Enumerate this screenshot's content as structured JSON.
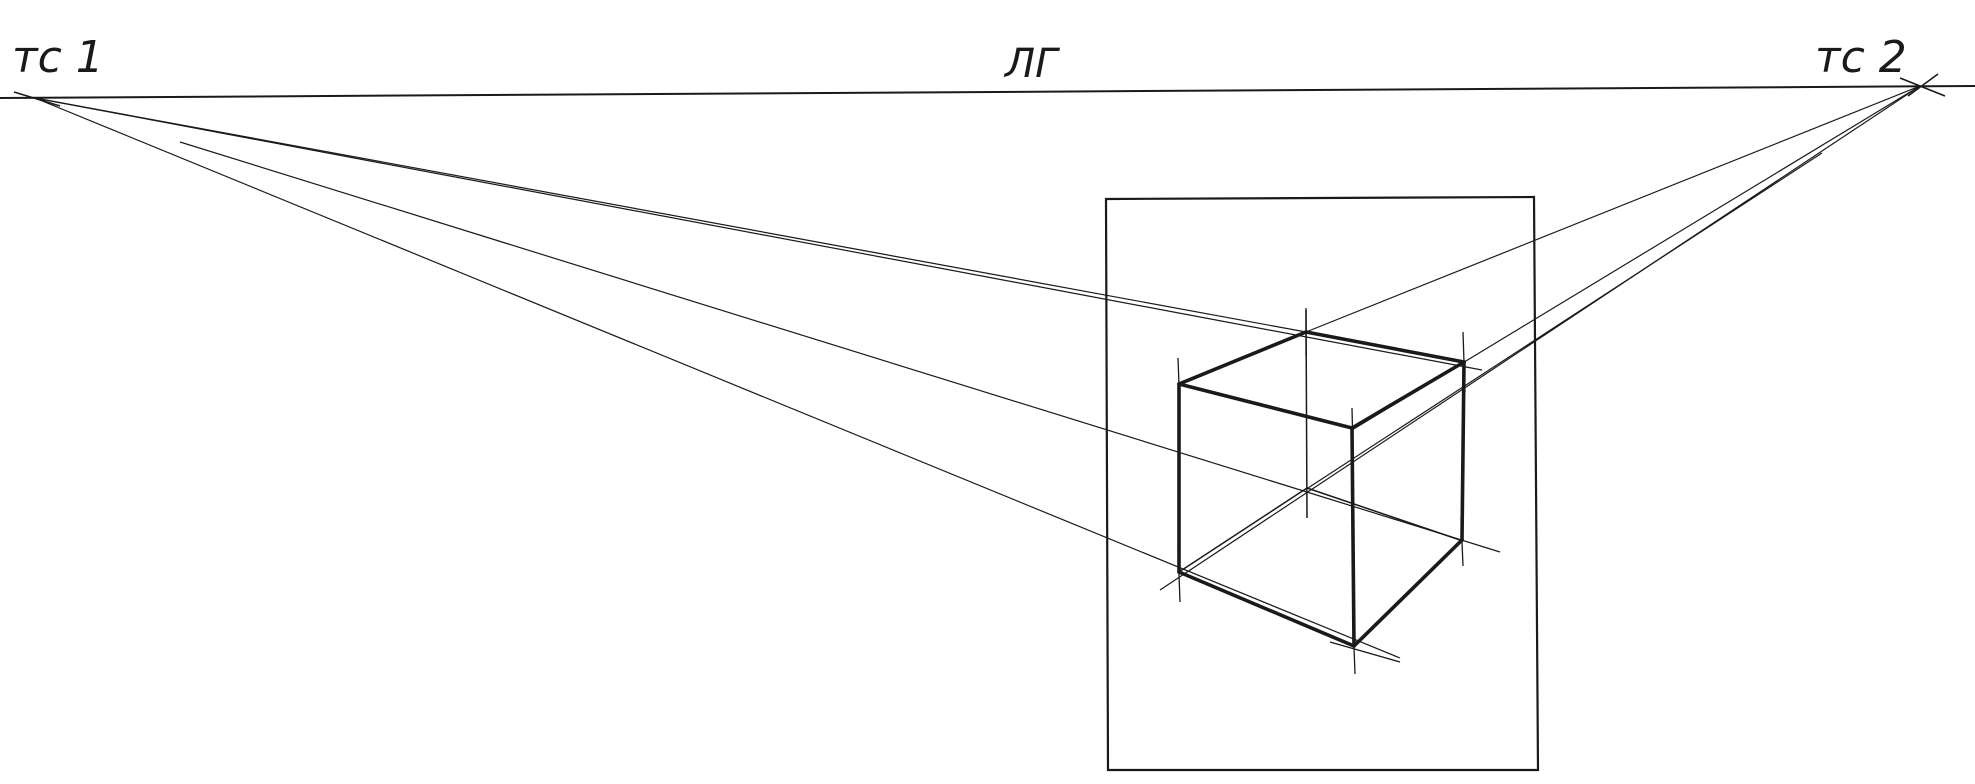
{
  "labels": {
    "vanishing_point_1": "тс 1",
    "horizon_line": "ЛГ",
    "vanishing_point_2": "тс 2"
  },
  "colors": {
    "background": "#ffffff",
    "ink": "#1a1a1a"
  }
}
